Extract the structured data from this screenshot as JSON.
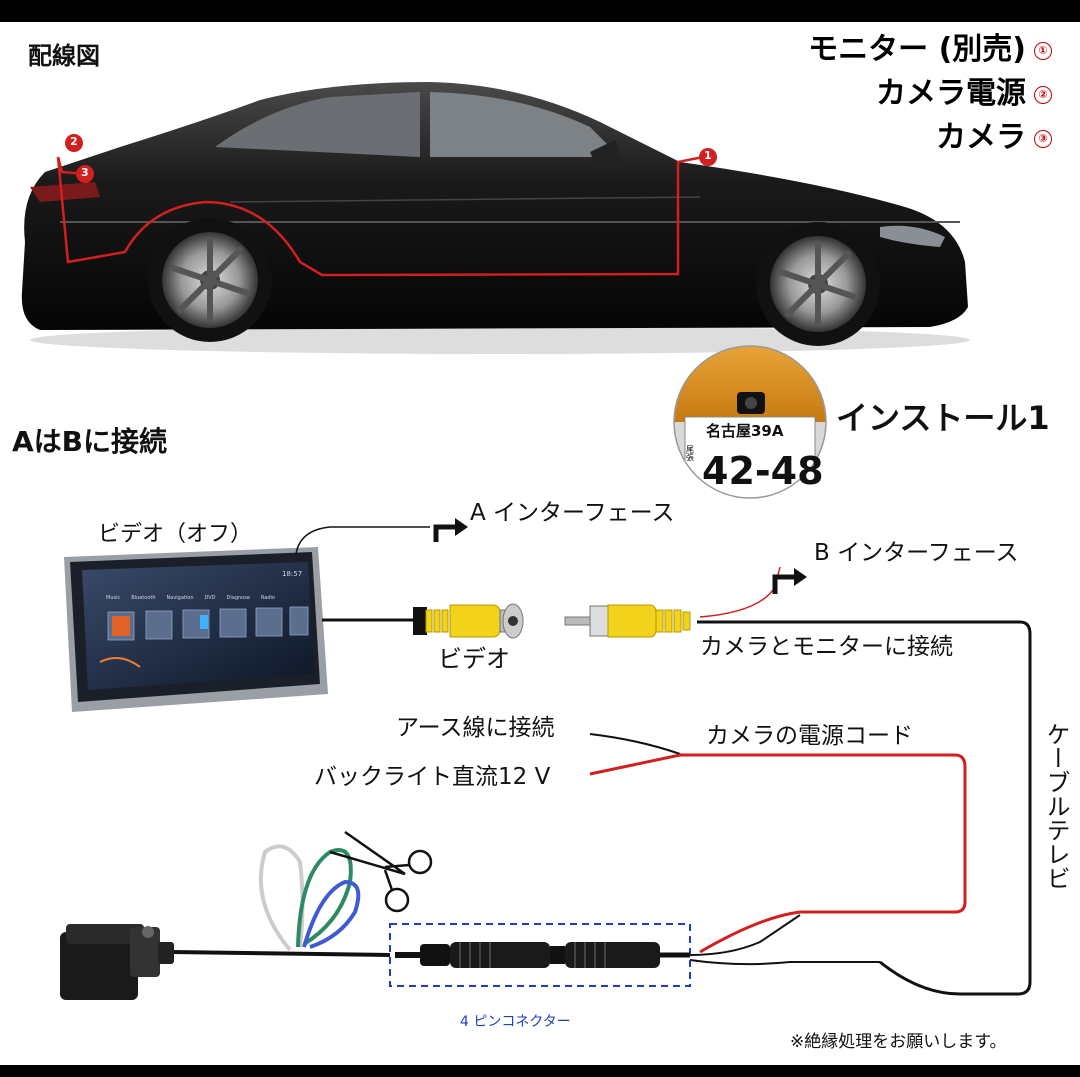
{
  "title": "配線図",
  "legend": [
    {
      "label": "モニター (別売)",
      "num": "①"
    },
    {
      "label": "カメラ電源",
      "num": "②"
    },
    {
      "label": "カメラ",
      "num": "③"
    }
  ],
  "car_markers": [
    "1",
    "2",
    "3"
  ],
  "connect_note": "AはBに接続",
  "install_label": "インストール1",
  "plate": {
    "region": "名古屋39A",
    "small": "尾張",
    "number": "42-48"
  },
  "a_interface": "A インターフェース",
  "b_interface": "B インターフェース",
  "video_off": "ビデオ（オフ）",
  "video": "ビデオ",
  "camera_monitor": "カメラとモニターに接続",
  "ground": "アース線に接続",
  "power_cord": "カメラの電源コード",
  "backlight": "バックライト直流12 V",
  "cable_vertical": "ケーブルテレビ",
  "connector": "4 ピンコネクター",
  "note": "※絶縁処理をお願いします。",
  "screen": {
    "time": "18:57",
    "apps": [
      "Music",
      "Bluetooth",
      "Navigation",
      "DVD",
      "Diagnose",
      "Radio"
    ]
  },
  "colors": {
    "red": "#d21f1f",
    "connector_box": "#1f3fbf",
    "rca_yellow": "#f2d21a"
  }
}
